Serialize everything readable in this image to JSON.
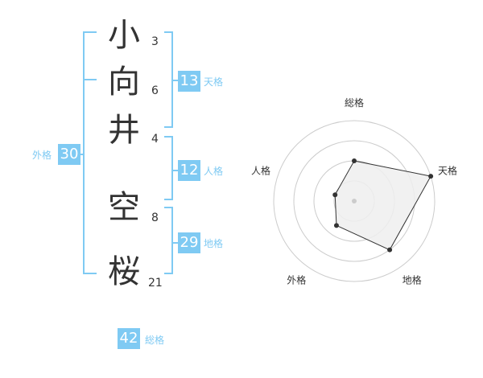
{
  "name": {
    "characters": [
      {
        "char": "小",
        "strokes": "3"
      },
      {
        "char": "向",
        "strokes": "6"
      },
      {
        "char": "井",
        "strokes": "4"
      },
      {
        "char": "空",
        "strokes": "8"
      },
      {
        "char": "桜",
        "strokes": "21"
      }
    ]
  },
  "fortune": {
    "tenkaku": {
      "value": "13",
      "label": "天格"
    },
    "jinkaku": {
      "value": "12",
      "label": "人格"
    },
    "chikaku": {
      "value": "29",
      "label": "地格"
    },
    "gaikaku": {
      "value": "30",
      "label": "外格"
    },
    "soukaku": {
      "value": "42",
      "label": "総格"
    }
  },
  "colors": {
    "accent": "#7fcaf3",
    "text": "#333333",
    "grid": "#cccccc",
    "polygon_fill": "#eeeeee",
    "polygon_stroke": "#333333"
  },
  "chart_data": {
    "type": "radar",
    "axes": [
      "総格",
      "天格",
      "地格",
      "外格",
      "人格"
    ],
    "levels": 4,
    "max": 4,
    "values": [
      2,
      4,
      3,
      1.5,
      1
    ]
  }
}
